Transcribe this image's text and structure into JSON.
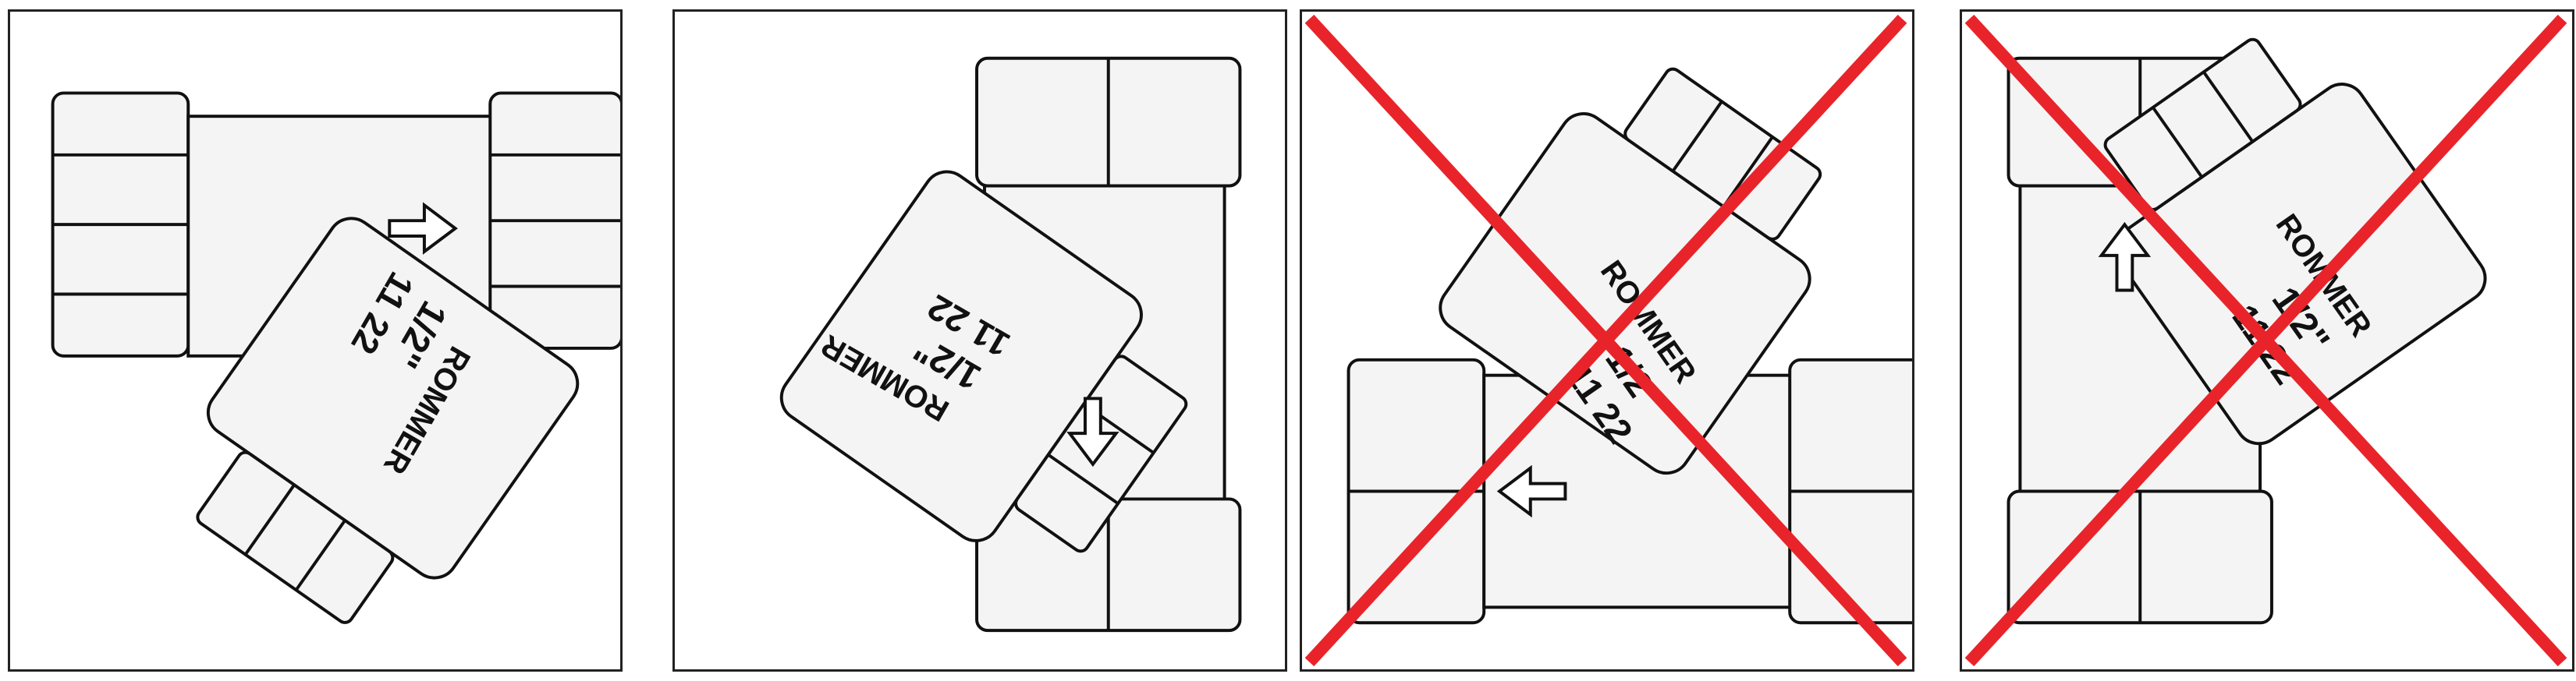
{
  "colors": {
    "outline": "#111111",
    "fill": "#f4f4f4",
    "shade": "#cfcfcf",
    "cross": "#e8242a"
  },
  "valve_labels": {
    "brand": "ROMMER",
    "size": "1/2\"",
    "code": "11 22"
  },
  "panels": [
    {
      "id": "panel-1",
      "orientation": "filter-down-right",
      "flow_arrow": "right",
      "allowed": true
    },
    {
      "id": "panel-2",
      "orientation": "filter-down-left",
      "flow_arrow": "down",
      "allowed": true
    },
    {
      "id": "panel-3",
      "orientation": "filter-up-left",
      "flow_arrow": "left",
      "allowed": false
    },
    {
      "id": "panel-4",
      "orientation": "filter-up-right",
      "flow_arrow": "up",
      "allowed": false
    }
  ]
}
